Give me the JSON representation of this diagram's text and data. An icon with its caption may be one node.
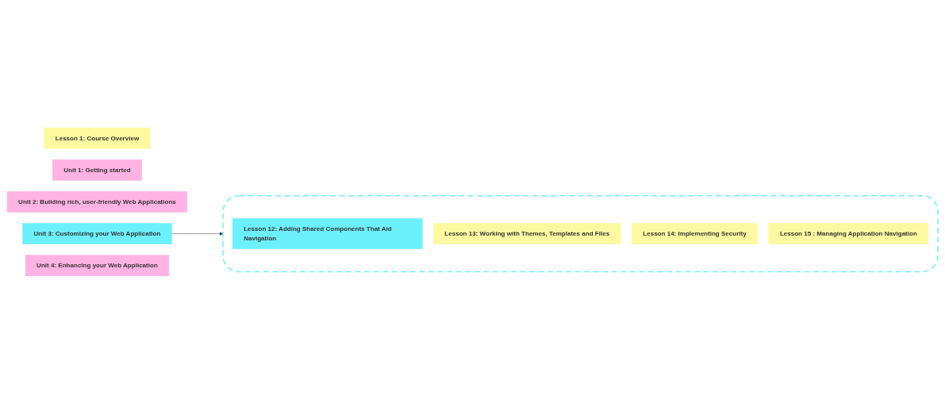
{
  "diagram": {
    "nodes": [
      {
        "text": [
          "Lesson 1: Course Overview"
        ]
      },
      {
        "text": [
          "Unit 1: Getting started"
        ]
      },
      {
        "text": [
          "Unit  2: Building rich, user-friendly Web Applications"
        ]
      },
      {
        "text": [
          "Unit  3: Customizing your Web Application"
        ]
      },
      {
        "text": [
          "Unit  4: Enhancing your Web Application"
        ]
      },
      {
        "text": [],
        "shape": "box"
      },
      {
        "text": [
          "Lesson 12: Adding Shared Components That Aid Navigation"
        ],
        "in": 5
      },
      {
        "text": [
          "Lesson 13: Working with Themes, Templates and Files"
        ],
        "in": 5
      },
      {
        "text": [
          "Lesson 14: Implementing Security"
        ],
        "in": 5
      },
      {
        "text": [
          "Lesson 15 : Managing Application Navigation"
        ],
        "in": 5
      }
    ],
    "edges": [
      {
        "from": 3,
        "to": 5,
        "arrow": "to"
      }
    ]
  }
}
